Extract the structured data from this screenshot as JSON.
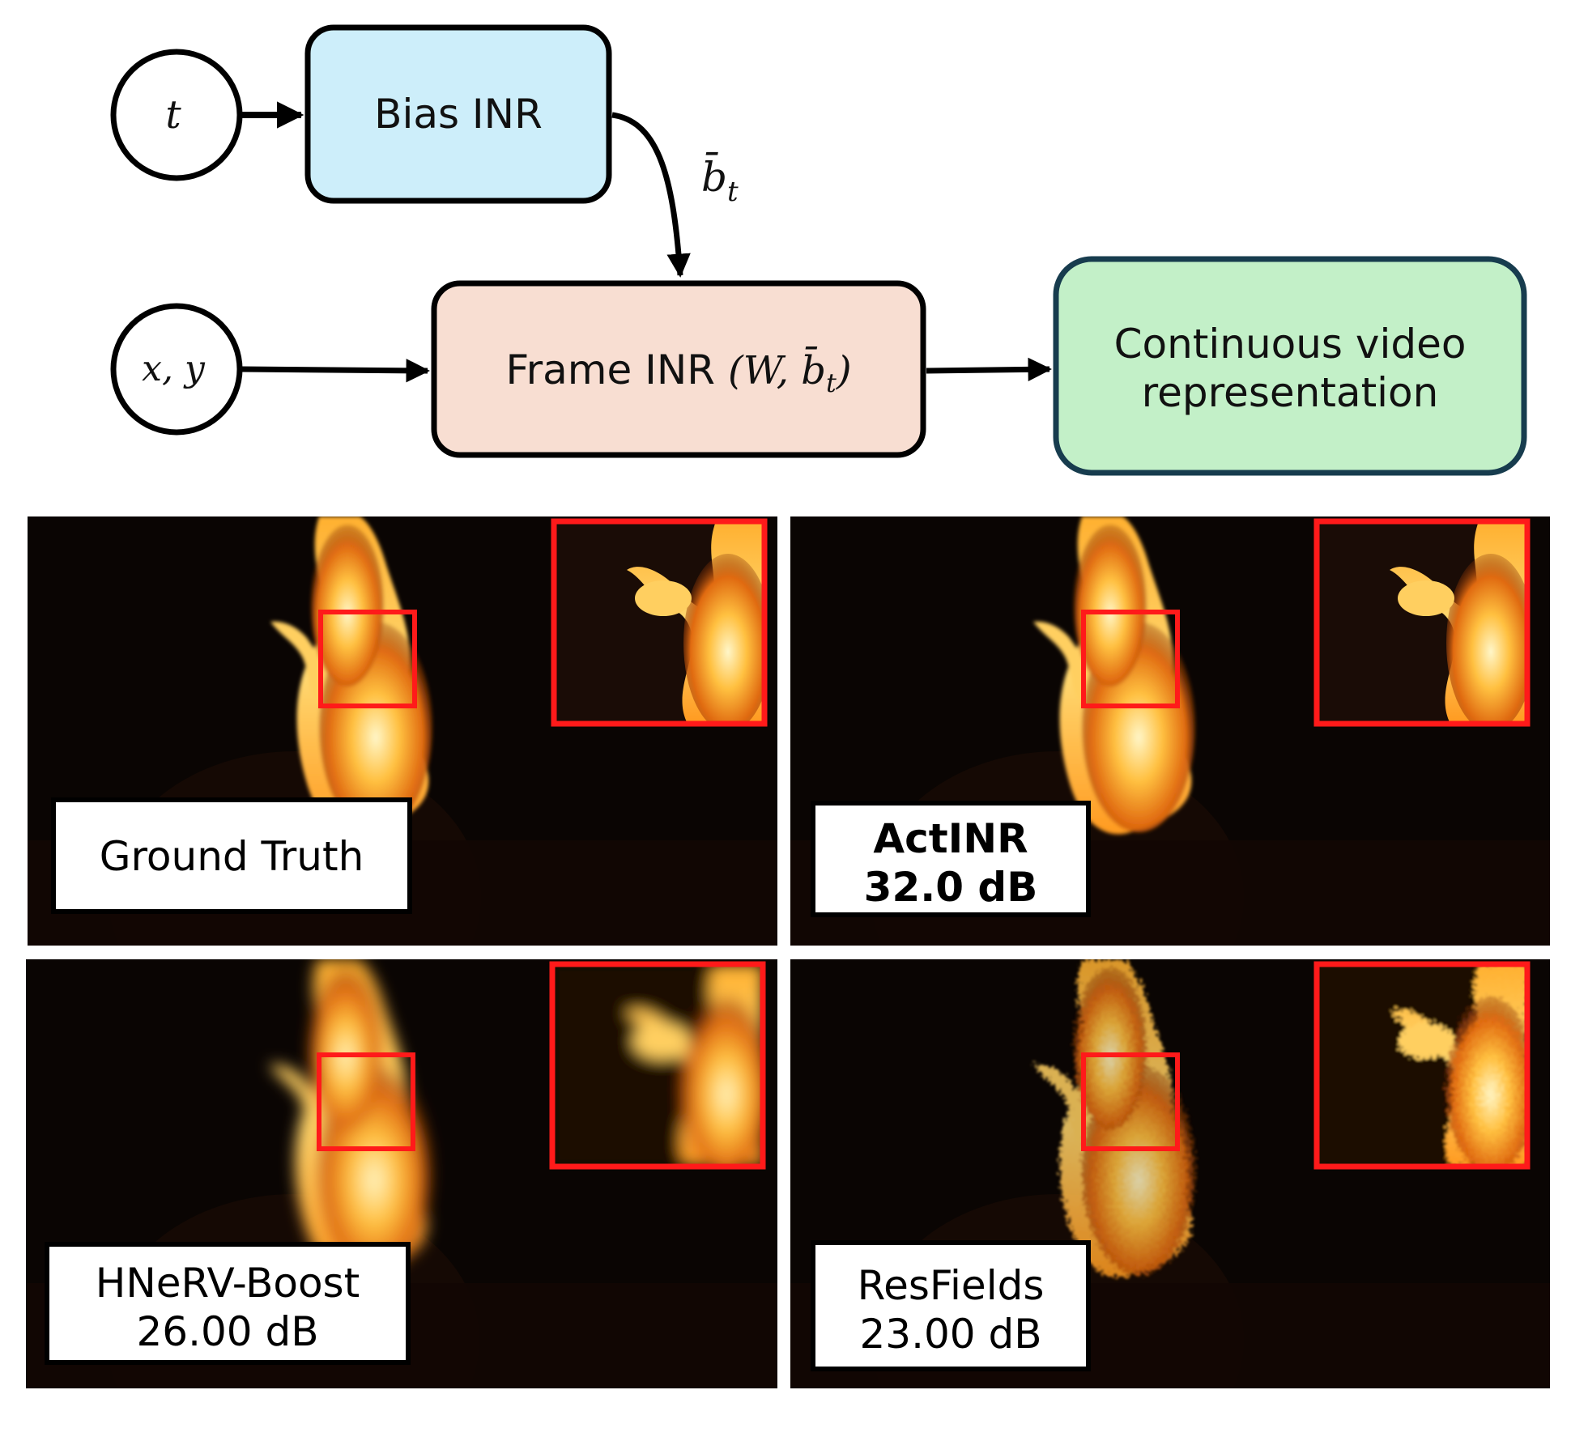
{
  "diagram": {
    "inputs": {
      "t": "t",
      "xy": "x, y"
    },
    "bias_box": {
      "label": "Bias INR",
      "color": "#cdeefa"
    },
    "frame_box": {
      "label_text": "Frame INR",
      "label_math": "(W, b̄",
      "label_sub": "t",
      "label_close": ")",
      "color": "#f8ded2"
    },
    "output_box": {
      "line1": "Continuous video",
      "line2": "representation",
      "color": "#c3f0c8",
      "border": "#173c4e"
    },
    "bias_edge": {
      "symbol": "b̄",
      "sub": "t"
    },
    "colors": {
      "stroke": "#000000"
    }
  },
  "panels": [
    {
      "id": "ground-truth",
      "line1": "Ground Truth",
      "line2": "",
      "bold": false,
      "quality": "sharp"
    },
    {
      "id": "actinr",
      "line1": "ActINR",
      "line2": "32.0 dB",
      "bold": true,
      "quality": "sharp"
    },
    {
      "id": "hnerv-boost",
      "line1": "HNeRV-Boost",
      "line2": "26.00 dB",
      "bold": false,
      "quality": "blurry"
    },
    {
      "id": "resfields",
      "line1": "ResFields",
      "line2": "23.00 dB",
      "bold": false,
      "quality": "noisy"
    }
  ],
  "colors": {
    "zoom_box": "#ff1a1a",
    "background": "#0a0503",
    "fire_core": "#fff0b0",
    "fire_mid": "#ffa020",
    "fire_edge": "#b04000"
  }
}
